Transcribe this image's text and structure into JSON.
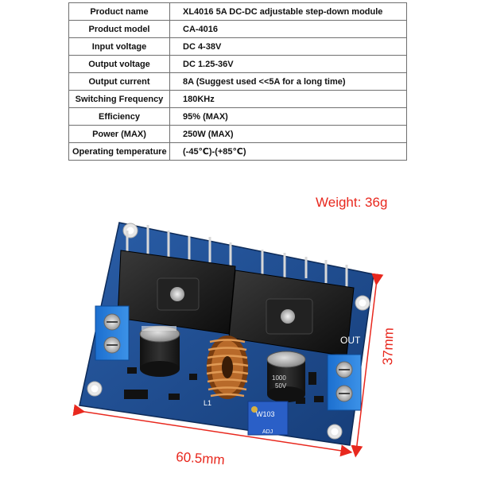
{
  "specs": [
    {
      "key": "Product name",
      "value": "XL4016 5A DC-DC adjustable step-down module"
    },
    {
      "key": "Product model",
      "value": "CA-4016"
    },
    {
      "key": "Input voltage",
      "value": "DC 4-38V"
    },
    {
      "key": "Output voltage",
      "value": "DC 1.25-36V"
    },
    {
      "key": "Output current",
      "value": "8A (Suggest used <<5A for a long time)"
    },
    {
      "key": "Switching Frequency",
      "value": " 180KHz"
    },
    {
      "key": "Efficiency",
      "value": "95% (MAX)"
    },
    {
      "key": "Power (MAX)",
      "value": "250W (MAX)"
    },
    {
      "key": "Operating temperature",
      "value": "(-45℃)-(+85℃)"
    }
  ],
  "annotations": {
    "weight": "Weight: 36g",
    "width": "60.5mm",
    "height": "37mm"
  },
  "board": {
    "out_label": "OUT",
    "pot_label": "W103",
    "inductor_label": "L1",
    "adj_label": "ADJ",
    "cap_label_1": "1000",
    "cap_label_2": "50V"
  },
  "colors": {
    "annotation_red": "#e8281e",
    "pcb_blue": "#1f4a8c",
    "terminal_blue": "#2a7fd6",
    "heatsink_black": "#1a1a1a"
  }
}
